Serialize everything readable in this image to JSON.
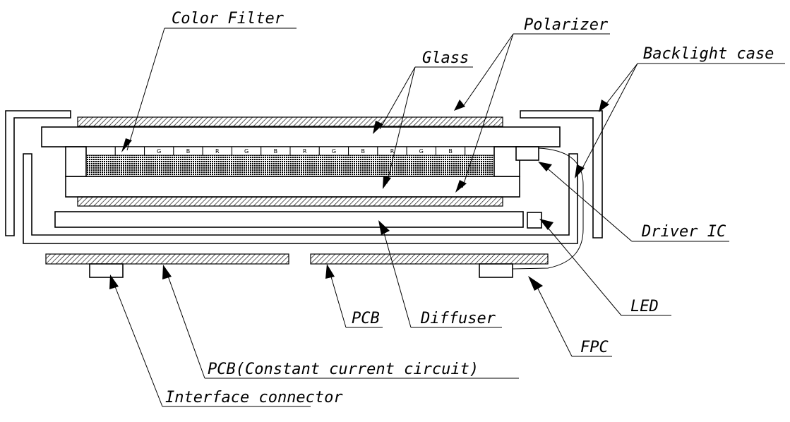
{
  "labels": {
    "color_filter": "Color Filter",
    "polarizer": "Polarizer",
    "glass": "Glass",
    "backlight_case": "Backlight case",
    "driver_ic": "Driver IC",
    "led": "LED",
    "pcb": "PCB",
    "diffuser": "Diffuser",
    "fpc": "FPC",
    "pcb_constant": "PCB(Constant current circuit)",
    "interface_connector": "Interface connector"
  },
  "color_filter_cells": [
    "",
    "",
    "G",
    "B",
    "R",
    "G",
    "B",
    "R",
    "G",
    "B",
    "R",
    "G",
    "B",
    ""
  ]
}
